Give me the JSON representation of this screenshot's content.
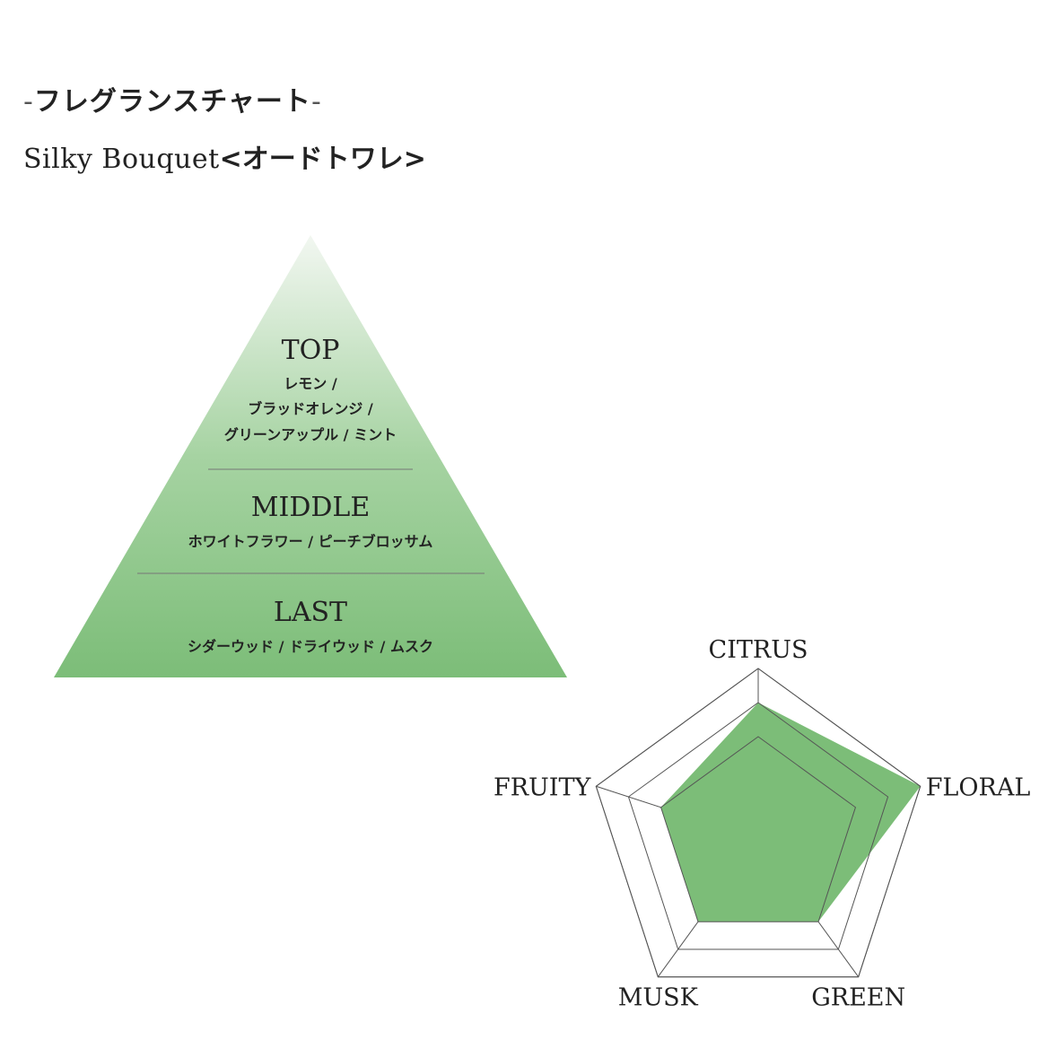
{
  "header": {
    "title_dash_left": "-",
    "title": "フレグランスチャート",
    "title_dash_right": "-",
    "product_name": "Silky Bouquet",
    "product_type": "<オードトワレ>"
  },
  "colors": {
    "accent": "#7cbd78",
    "accent_light": "#eaf3e8",
    "text": "#222222",
    "line": "#555555"
  },
  "pyramid": {
    "top": {
      "heading": "TOP",
      "notes": [
        "レモン /",
        "ブラッドオレンジ /",
        "グリーンアップル / ミント"
      ]
    },
    "middle": {
      "heading": "MIDDLE",
      "notes": [
        "ホワイトフラワー / ピーチブロッサム"
      ]
    },
    "last": {
      "heading": "LAST",
      "notes": [
        "シダーウッド / ドライウッド / ムスク"
      ]
    }
  },
  "chart_data": {
    "type": "radar",
    "axes": [
      "CITRUS",
      "FLORAL",
      "GREEN",
      "MUSK",
      "FRUITY"
    ],
    "levels": 5,
    "values": [
      4,
      5,
      3,
      3,
      3
    ],
    "max": 5,
    "grid": true
  }
}
